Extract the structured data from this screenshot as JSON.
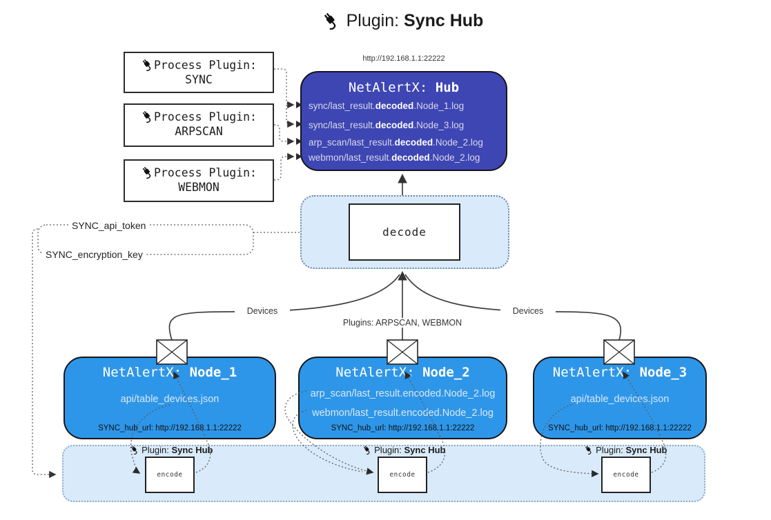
{
  "title": {
    "plugin_prefix": "Plugin:",
    "plugin_name": "Sync Hub"
  },
  "hub": {
    "url": "http://192.168.1.1:22222",
    "name_prefix": "NetAlertX:",
    "name": "Hub",
    "files": [
      {
        "pre": "sync/last_result.",
        "bold": "decoded",
        "post": ".Node_1.log"
      },
      {
        "pre": "sync/last_result.",
        "bold": "decoded",
        "post": ".Node_3.log"
      },
      {
        "pre": "arp_scan/last_result.",
        "bold": "decoded",
        "post": ".Node_2.log"
      },
      {
        "pre": "webmon/last_result.",
        "bold": "decoded",
        "post": ".Node_2.log"
      }
    ]
  },
  "process_plugins": [
    {
      "label": "Process Plugin:",
      "name": "SYNC"
    },
    {
      "label": "Process Plugin:",
      "name": "ARPSCAN"
    },
    {
      "label": "Process Plugin:",
      "name": "WEBMON"
    }
  ],
  "decode_label": "decode",
  "secrets": {
    "api_token": "SYNC_api_token",
    "encryption_key": "SYNC_encryption_key"
  },
  "edge_labels": {
    "devices_left": "Devices",
    "plugins_center": "Plugins: ARPSCAN, WEBMON",
    "devices_right": "Devices"
  },
  "nodes": [
    {
      "name_prefix": "NetAlertX:",
      "name": "Node_1",
      "files": [
        "api/table_devices.json"
      ],
      "hub_url": "SYNC_hub_url: http://192.168.1.1:22222"
    },
    {
      "name_prefix": "NetAlertX:",
      "name": "Node_2",
      "files": [
        "arp_scan/last_result.encoded.Node_2.log",
        "webmon/last_result.encoded.Node_2.log"
      ],
      "hub_url": "SYNC_hub_url: http://192.168.1.1:22222"
    },
    {
      "name_prefix": "NetAlertX:",
      "name": "Node_3",
      "files": [
        "api/table_devices.json"
      ],
      "hub_url": "SYNC_hub_url: http://192.168.1.1:22222"
    }
  ],
  "encoders": [
    {
      "label_prefix": "Plugin:",
      "label_name": "Sync Hub",
      "box_label": "encode"
    },
    {
      "label_prefix": "Plugin:",
      "label_name": "Sync Hub",
      "box_label": "encode"
    },
    {
      "label_prefix": "Plugin:",
      "label_name": "Sync Hub",
      "box_label": "encode"
    }
  ],
  "colors": {
    "hub_fill": "#3e46b4",
    "node_fill": "#2e96e8",
    "panel_fill": "#d9eafa",
    "panel_border": "#8fa9c0",
    "wire": "#3f3f3f"
  }
}
